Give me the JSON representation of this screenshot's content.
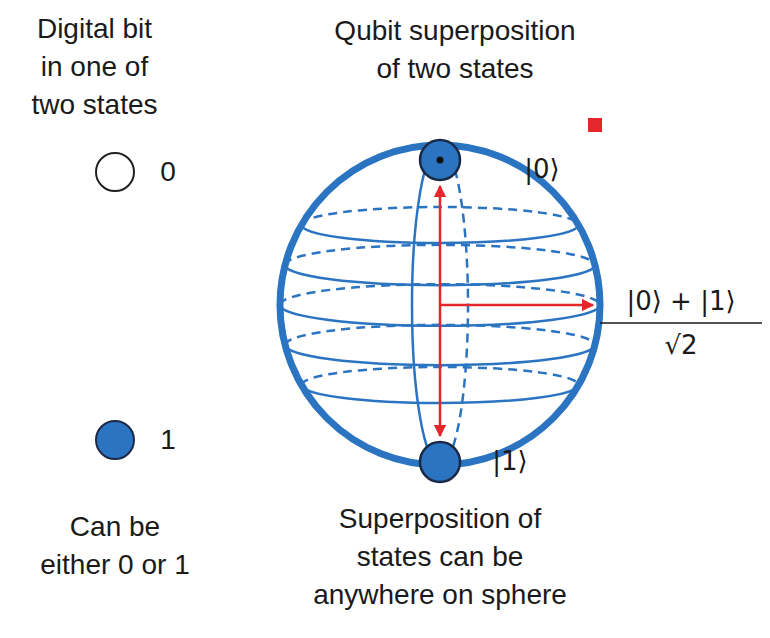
{
  "diagram": {
    "labels": [
      "Digital bit in one of two states",
      "0",
      "1",
      "Can be either 0 or 1",
      "Qubit superposition of two states",
      "|0⟩",
      "|0⟩ + |1⟩",
      "√2",
      "|1⟩",
      "Superposition of states can be anywhere on sphere"
    ]
  }
}
